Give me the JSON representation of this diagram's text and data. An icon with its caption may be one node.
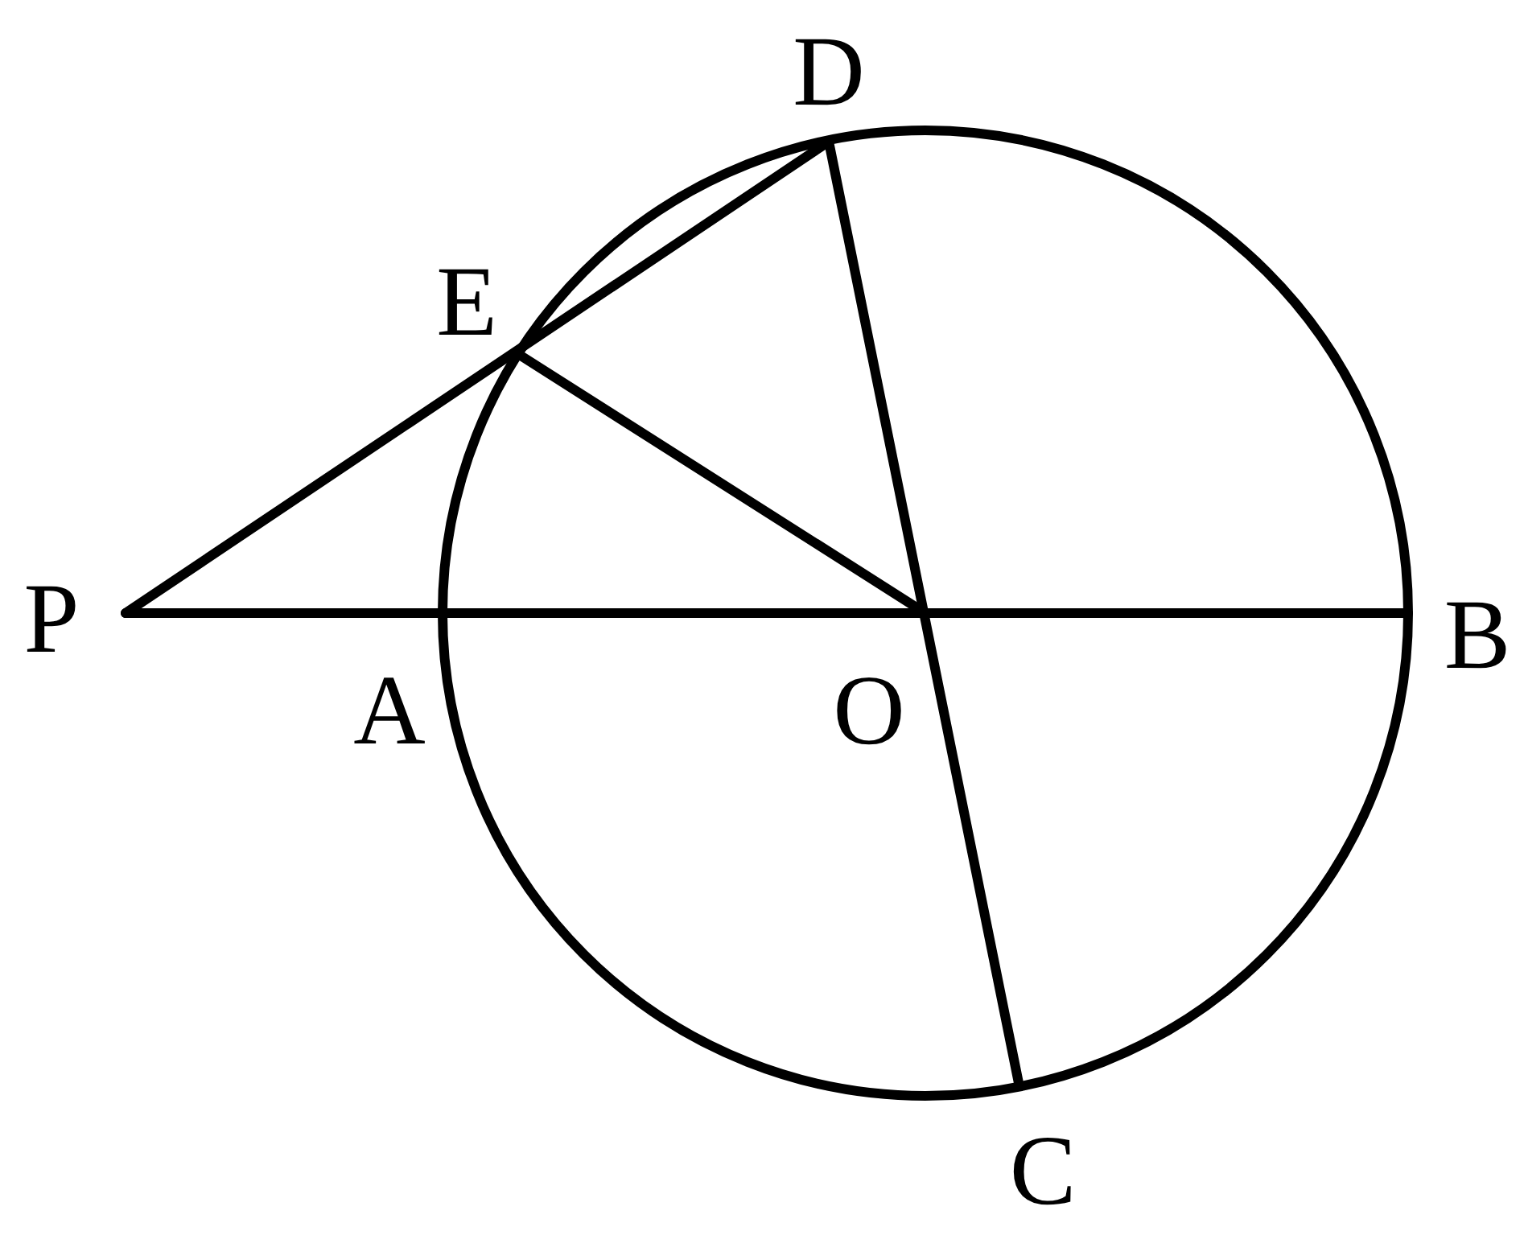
{
  "diagram": {
    "labels": [
      "D",
      "E",
      "P",
      "B",
      "A",
      "O",
      "C"
    ]
  }
}
